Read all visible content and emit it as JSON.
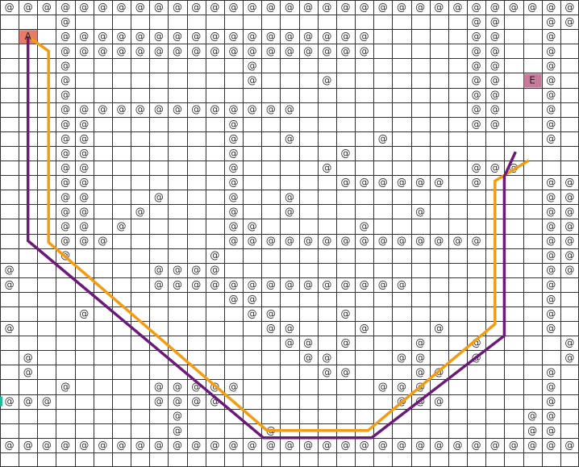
{
  "grid": {
    "rows": 32,
    "cols": 31,
    "wall_symbol": "@",
    "walls": [
      "@@@@@@@@@@@@@@@@@@@@@@@@@@@@@@@",
      "...@.....................@@..@@..@",
      "...@@@@@@@@@@@@@@@@@.....@@..@",
      "...@@@@@@@@@@@@@@@@@.....@@..@",
      "...@.........@...........@@..@",
      "...@.........@...@.......@@..@",
      "...@.....................@@..@",
      "...@@@@@@@@@@@@@.........@@..@",
      "...@@.......@............@@..@",
      "...@@.......@..@....@........@",
      "...@@.......@.....@...........",
      "...@@.......@....@.......@@@",
      "...@@.......@.....@@@@@@.@...@@@",
      "...@@...@...@..@.............@@@",
      "...@@..@....@..@......@......@@@",
      "...@@.@.....@@.....@.........@@@",
      "...@@@......@@@@@@@@@@@@@@...@@@",
      "...@.......@.................@@@",
      "@.......@@@@.................@@@",
      "@.......@@@@@@@@@@@@@@.......@",
      "............@@...............@",
      "....@........@@...@..........@",
      "@.............@@...@...@.....@",
      "...............@@.@...@..@....@",
      ".@..............@@...@@..@....@",
      ".@...............@@...@@.....@",
      "...@....@@@@@.......@@@......@",
      "@@@.....@@@@.........@@@.....@",
      ".........@..................@@",
      ".........@....@.............@@",
      "@@@@@@@@@@@@@@@@@@@@@@@@@@@@@@@"
    ],
    "line_color": "#333333"
  },
  "start_marker": {
    "label": "A",
    "row": 2,
    "col": 1,
    "color": "#e87a6a"
  },
  "end_marker": {
    "label": "E",
    "row": 5,
    "col": 28,
    "color": "#c77a9a"
  },
  "edge_marker": {
    "color": "#1abc9c"
  },
  "paths": [
    {
      "color": "#f39c12",
      "points": [
        [
          2.5,
          1.5
        ],
        [
          3.5,
          2.6
        ],
        [
          16.6,
          2.6
        ],
        [
          29.5,
          14.3
        ],
        [
          29.5,
          19.7
        ],
        [
          22.2,
          26.5
        ],
        [
          12.4,
          26.5
        ],
        [
          11.0,
          28.3
        ]
      ]
    },
    {
      "color": "#6b1a7a",
      "points": [
        [
          2.5,
          1.5
        ],
        [
          16.5,
          1.5
        ],
        [
          30.0,
          14.1
        ],
        [
          30.0,
          19.9
        ],
        [
          23.0,
          27.0
        ],
        [
          12.1,
          27.0
        ],
        [
          10.4,
          27.6
        ]
      ]
    }
  ]
}
